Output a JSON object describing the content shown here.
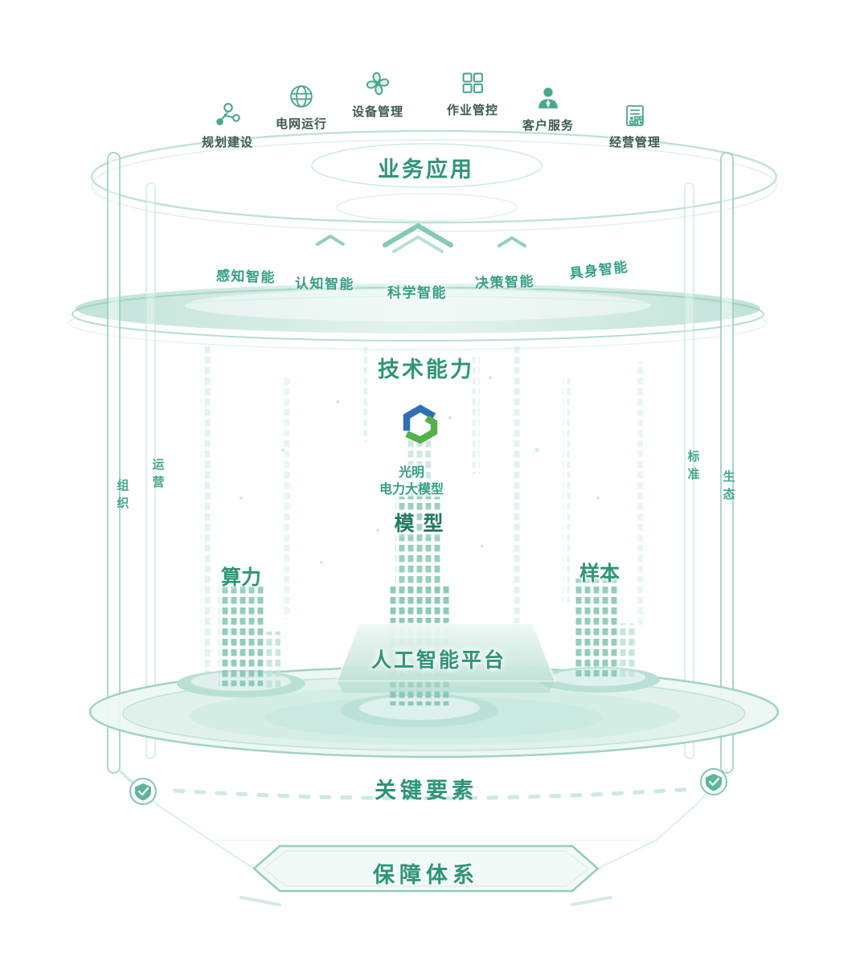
{
  "apps": {
    "title": "业务应用",
    "items": [
      {
        "label": "规划建设",
        "icon": "molecule-network-icon"
      },
      {
        "label": "电网运行",
        "icon": "globe-icon"
      },
      {
        "label": "设备管理",
        "icon": "fan-icon"
      },
      {
        "label": "作业管控",
        "icon": "grid-squares-icon"
      },
      {
        "label": "客户服务",
        "icon": "person-icon"
      },
      {
        "label": "经营管理",
        "icon": "ledger-icon"
      }
    ]
  },
  "capabilities": {
    "title": "技术能力",
    "items": [
      {
        "label": "感知智能"
      },
      {
        "label": "认知智能"
      },
      {
        "label": "科学智能"
      },
      {
        "label": "决策智能"
      },
      {
        "label": "具身智能"
      }
    ]
  },
  "model": {
    "brand_line1": "光明",
    "brand_line2": "电力大模型",
    "title": "模 型"
  },
  "key_elements": {
    "title": "关键要素",
    "computing": "算力",
    "samples": "样本",
    "platform": "人工智能平台"
  },
  "pillars": {
    "outer_left": "组织",
    "inner_left": "运营",
    "inner_right": "标准",
    "outer_right": "生态"
  },
  "assurance": {
    "title": "保障体系"
  },
  "colors": {
    "accent_green": "#2e9577",
    "teal": "#35a084",
    "light_teal": "#bfe3d8",
    "logo_blue": "#2f6fb6",
    "logo_green": "#55b04b"
  }
}
